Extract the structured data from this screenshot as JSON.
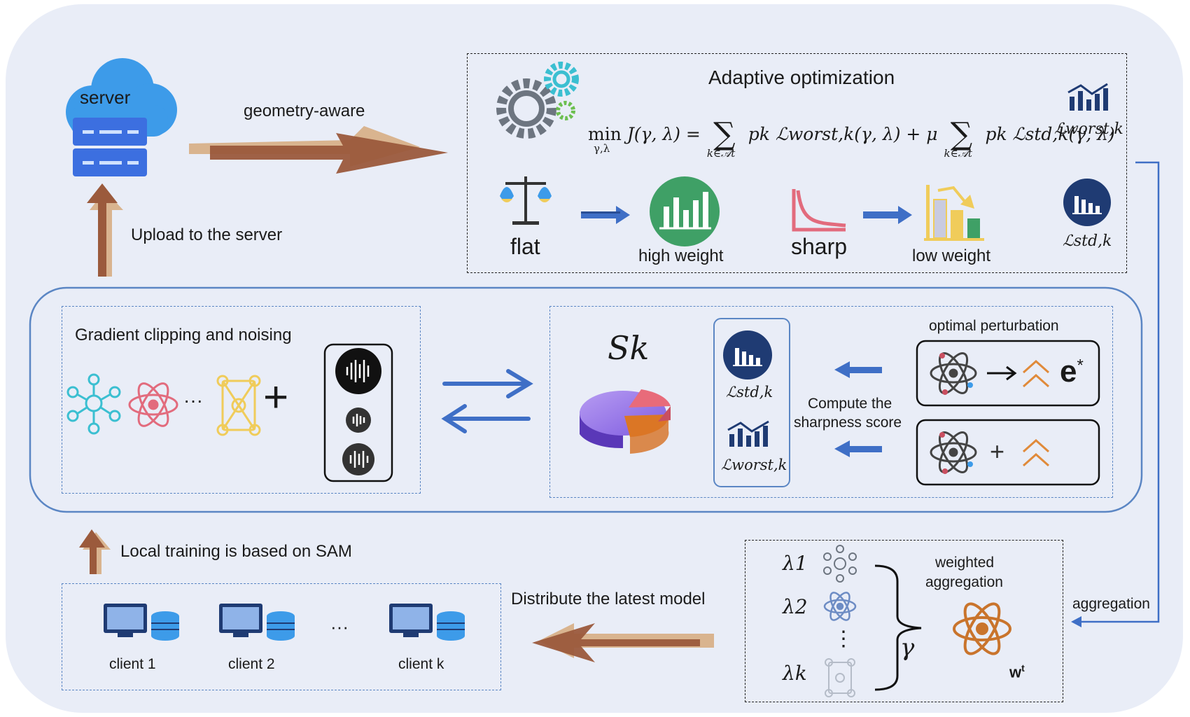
{
  "server": {
    "label": "server"
  },
  "arrows": {
    "geometry_aware": "geometry-aware",
    "upload": "Upload to the server",
    "local_training": "Local training is based on SAM",
    "distribute": "Distribute the latest model",
    "aggregation": "aggregation"
  },
  "adaptive": {
    "title": "Adaptive optimization",
    "formula": {
      "min_label": "min",
      "min_sub": "γ,λ",
      "lhs": "J(γ, λ) =",
      "sum_symbol": "∑",
      "sum_sub": "k∈𝒜t",
      "term1": "pk ℒworst,k(γ, λ) + μ",
      "term2": "pk ℒstd,k(γ, λ)"
    },
    "flat": "flat",
    "high_weight": "high weight",
    "sharp": "sharp",
    "low_weight": "low weight",
    "legend_worst": "ℒworst,k",
    "legend_std": "ℒstd,k"
  },
  "gradient": {
    "title": "Gradient clipping and noising",
    "ellipsis": "···",
    "plus": "+"
  },
  "sharpness": {
    "sk": "Sk",
    "std": "ℒstd,k",
    "worst": "ℒworst,k",
    "compute_line1": "Compute the",
    "compute_line2": "sharpness score",
    "optimal": "optimal perturbation",
    "e_star": "e",
    "e_sup": "*",
    "plus": "+"
  },
  "clients": [
    {
      "label": "client 1"
    },
    {
      "label": "client 2"
    },
    {
      "label": "client k"
    }
  ],
  "clients_ellipsis": "···",
  "aggregation_box": {
    "lambdas": [
      "λ1",
      "λ2",
      "λk"
    ],
    "gamma": "γ",
    "weighted_line1": "weighted",
    "weighted_line2": "aggregation",
    "wt": "w",
    "wt_sup": "t",
    "dots": "⋮"
  },
  "colors": {
    "background_panel": "#e9edf7",
    "arrow_brown": "#9b5a3c",
    "arrow_tan": "#d9b48f",
    "blue_arrow": "#3f6fc6",
    "cloud": "#3d9be9",
    "server_box": "#3c6fe0",
    "navy_icon": "#1f3b73",
    "green": "#3fa066",
    "pink": "#e26b7d",
    "teal": "#3bbfd1",
    "yellow": "#f0cc5a",
    "orange": "#e08a3a"
  }
}
